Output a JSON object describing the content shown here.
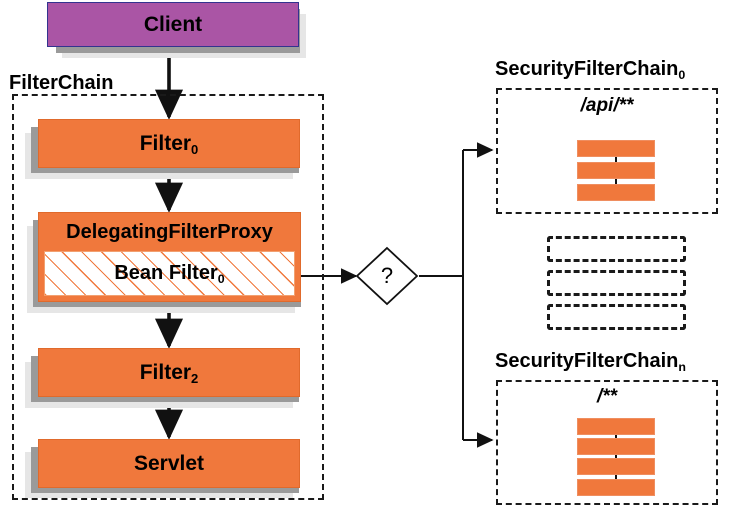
{
  "diagram": {
    "title": "Spring Security FilterChain delegation diagram",
    "colors": {
      "client_fill": "#aa55a5",
      "client_border": "#33338f",
      "filter_fill": "#f0783c",
      "filter_border": "#e06a2c",
      "shadow_dark": "#9a9a9a",
      "shadow_light": "#e6e6e6",
      "line": "#111111"
    }
  },
  "client": {
    "label": "Client"
  },
  "filter_chain": {
    "group_label": "FilterChain",
    "nodes": [
      {
        "id": "filter0",
        "label": "Filter",
        "subscript": "0",
        "type": "filter"
      },
      {
        "id": "dfp",
        "label": "DelegatingFilterProxy",
        "subscript": "",
        "type": "proxy",
        "inner": {
          "label": "Bean Filter",
          "subscript": "0",
          "hatched": true
        }
      },
      {
        "id": "filter2",
        "label": "Filter",
        "subscript": "2",
        "type": "filter"
      },
      {
        "id": "servlet",
        "label": "Servlet",
        "subscript": "",
        "type": "filter"
      }
    ]
  },
  "decision": {
    "label": "?",
    "shape": "diamond"
  },
  "security_chains": [
    {
      "id": "chain0",
      "title": "SecurityFilterChain",
      "subscript": "0",
      "pattern": "/api/**",
      "filter_count": 3
    },
    {
      "id": "chain_n",
      "title": "SecurityFilterChain",
      "subscript": "n",
      "pattern": "/**",
      "filter_count": 4
    }
  ],
  "placeholders": {
    "count": 3,
    "label": ""
  }
}
